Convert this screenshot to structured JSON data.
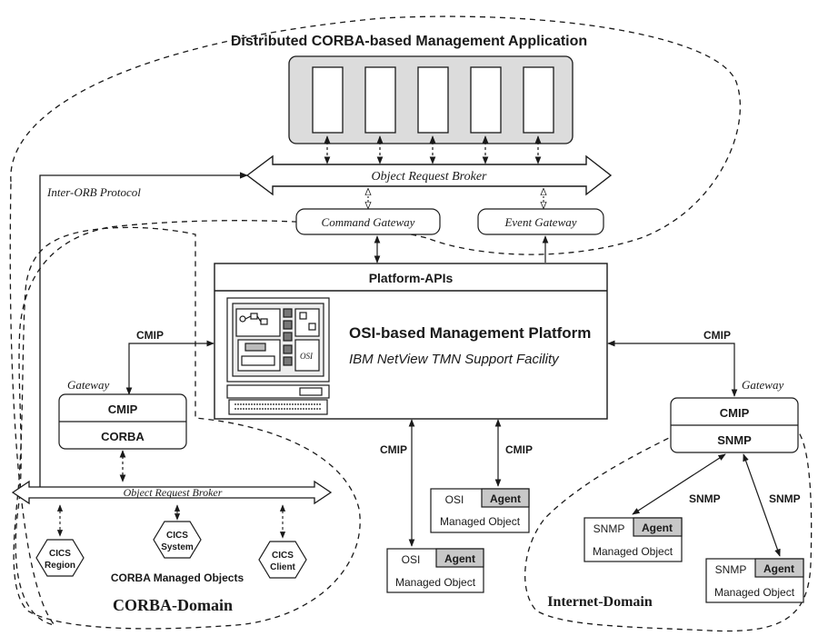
{
  "title": "Distributed CORBA-based Management Application",
  "orb_top": "Object Request Broker",
  "inter_orb": "Inter-ORB Protocol",
  "command_gateway": "Command Gateway",
  "event_gateway": "Event Gateway",
  "platform": {
    "apis": "Platform-APIs",
    "name": "OSI-based Management Platform",
    "product": "IBM NetView TMN Support Facility"
  },
  "left_gateway": {
    "label": "Gateway",
    "top": "CMIP",
    "bottom": "CORBA",
    "link_label": "CMIP"
  },
  "right_gateway": {
    "label": "Gateway",
    "top": "CMIP",
    "bottom": "SNMP",
    "link_label": "CMIP"
  },
  "corba_domain": {
    "orb": "Object Request Broker",
    "objects": [
      {
        "line1": "CICS",
        "line2": "Region"
      },
      {
        "line1": "CICS",
        "line2": "System"
      },
      {
        "line1": "CICS",
        "line2": "Client"
      }
    ],
    "objects_label": "CORBA Managed Objects",
    "name": "CORBA-Domain"
  },
  "osi_links": [
    "CMIP",
    "CMIP"
  ],
  "osi_objects": [
    {
      "proto": "OSI",
      "agent": "Agent",
      "label": "Managed Object"
    },
    {
      "proto": "OSI",
      "agent": "Agent",
      "label": "Managed Object"
    }
  ],
  "internet_domain": {
    "links": [
      "SNMP",
      "SNMP"
    ],
    "objects": [
      {
        "proto": "SNMP",
        "agent": "Agent",
        "label": "Managed Object"
      },
      {
        "proto": "SNMP",
        "agent": "Agent",
        "label": "Managed Object"
      }
    ],
    "name": "Internet-Domain"
  },
  "colors": {
    "line": "#1a1a1a",
    "app_panel": "#dcdcdc",
    "agent_fill": "#c8c8c8",
    "screen_fill": "#ededed"
  }
}
